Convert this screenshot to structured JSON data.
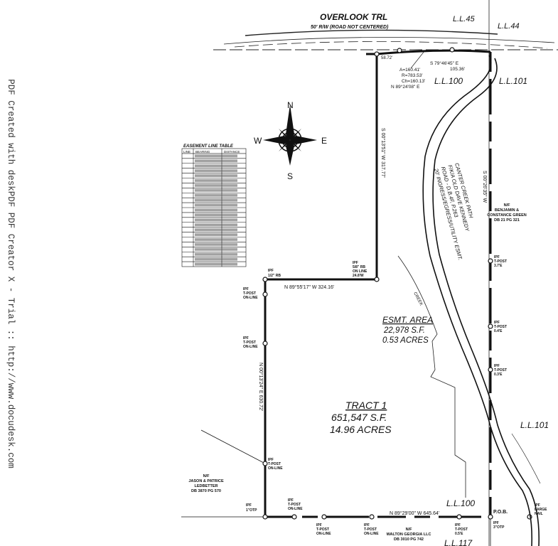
{
  "watermark": "PDF Created with deskPDF PDF Creator X - Trial :: http://www.docudesk.com",
  "road": {
    "name": "OVERLOOK TRL",
    "row": "50' R/W (ROAD NOT CENTERED)"
  },
  "land_lots": {
    "ll45": "L.L.45",
    "ll44": "L.L.44",
    "ll100_top": "L.L.100",
    "ll101_top": "L.L.101",
    "ll101_bottom": "L.L.101",
    "ll100_bottom": "L.L.100",
    "ll117": "L.L.117"
  },
  "curve": {
    "a": "A=160.41'",
    "r": "R=783.53'",
    "ch": "Ch=160.13'",
    "bearing": "N 89°24'08\" E"
  },
  "top_call": {
    "bearing": "S 79°46'45\" E",
    "distance": "105.36'"
  },
  "compass": {
    "n": "N",
    "s": "S",
    "e": "E",
    "w": "W"
  },
  "easement_table": {
    "title": "EASEMENT LINE TABLE",
    "headers": [
      "LINE",
      "BEARING",
      "DISTANCE"
    ]
  },
  "boundary_calls": {
    "west_upper": "S 00°13'51\" W 317.77'",
    "middle": "N 89°55'17\" W 324.16'",
    "west_lower": "N 00°13'24\" E 630.72'",
    "bottom": "N 89°29'00\" W 645.64'",
    "east": "S 00°26'35\" W"
  },
  "easement_label": [
    "CANTER CREEK PATH",
    "F/K/A OLD DAVE KENNEDY",
    "ROAD - D.B.4F, P.263",
    "20' INGRESS/EGRESS/UTILITY ESMT."
  ],
  "creek": "CREEK",
  "esmt_area": {
    "title": "ESMT. AREA",
    "sf": "22,978 S.F.",
    "acres": "0.53 ACRES"
  },
  "tract": {
    "title": "TRACT 1",
    "sf": "651,547 S.F.",
    "acres": "14.96 ACRES"
  },
  "owners": {
    "east": [
      "N/F",
      "BENJAMIN &",
      "CONSTANCE GREEN",
      "DB 21 PG 321"
    ],
    "west": [
      "N/F",
      "JASON & PATRICE",
      "LEDBETTER",
      "DB 3870 PG 570"
    ],
    "south": [
      "N/F",
      "WALTON GEORGIA LLC",
      "DB 3010 PG 742"
    ]
  },
  "monuments": {
    "ipf_otp": [
      "IPF",
      "1\"OTP"
    ],
    "rb_half": [
      "IPF",
      "1/2\" RB"
    ],
    "rb_58": [
      "IPF",
      "5/8\" RB",
      "ON LINE",
      "24.8'W"
    ],
    "tpost_online": [
      "IPF",
      "T-POST",
      "ON-LINE"
    ],
    "tpost_37": [
      "IPF",
      "T-POST",
      "3.7'E"
    ],
    "tpost_04": [
      "IPF",
      "T-POST",
      "0.4'E"
    ],
    "tpost_03": [
      "IPF",
      "T-POST",
      "0.3'E"
    ],
    "tpost_05": [
      "IPF",
      "T-POST",
      "0.5'E"
    ],
    "pob": "P.O.B.",
    "ipf_3otp": [
      "IPF",
      "3\"OTP"
    ],
    "large_nail": [
      "IPF",
      "LARGE",
      "NAIL"
    ],
    "top_dist": "58.72'"
  }
}
